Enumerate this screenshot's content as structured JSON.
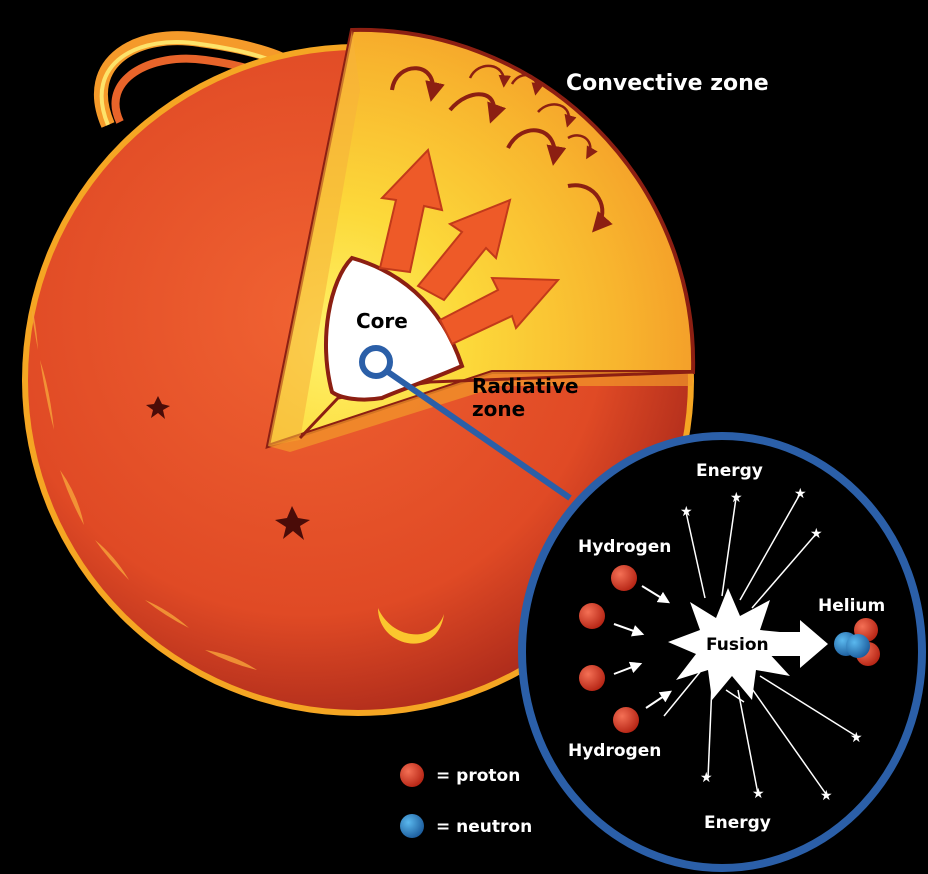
{
  "labels": {
    "convective_zone": "Convective zone",
    "core": "Core",
    "radiative_zone_line1": "Radiative",
    "radiative_zone_line2": "zone",
    "energy_top": "Energy",
    "energy_bottom": "Energy",
    "hydrogen_top": "Hydrogen",
    "hydrogen_bottom": "Hydrogen",
    "helium": "Helium",
    "fusion": "Fusion"
  },
  "legend": {
    "proton": "= proton",
    "neutron": "= neutron"
  },
  "colors": {
    "background": "#000000",
    "sun_surface": "#e8522a",
    "sun_rim": "#f5a623",
    "interior_yellow": "#fbd63a",
    "core_white": "#ffffff",
    "cut_outline": "#8c1f12",
    "proton": "#d63a22",
    "neutron": "#2a86c8",
    "magnifier_ring": "#2b5fa8",
    "text_light": "#ffffff",
    "text_dark": "#000000"
  },
  "icons": {
    "proton_icon": "red-sphere",
    "neutron_icon": "blue-sphere",
    "energy_icon": "star",
    "fusion_icon": "burst"
  }
}
